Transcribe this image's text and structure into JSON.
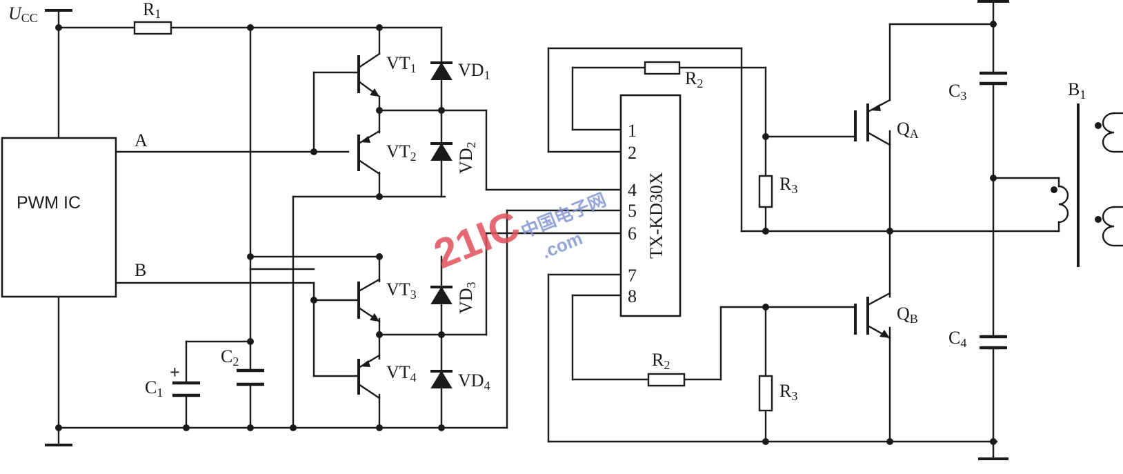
{
  "labels": {
    "ucc": {
      "main": "U",
      "sub": "CC"
    },
    "r1": {
      "main": "R",
      "sub": "1"
    },
    "a": "A",
    "b": "B",
    "pwm": "PWM IC",
    "vt1": {
      "main": "VT",
      "sub": "1"
    },
    "vt2": {
      "main": "VT",
      "sub": "2"
    },
    "vt3": {
      "main": "VT",
      "sub": "3"
    },
    "vt4": {
      "main": "VT",
      "sub": "4"
    },
    "vd1": {
      "main": "VD",
      "sub": "1"
    },
    "vd2": {
      "main": "VD",
      "sub": "2"
    },
    "vd3": {
      "main": "VD",
      "sub": "3"
    },
    "vd4": {
      "main": "VD",
      "sub": "4"
    },
    "c1": {
      "main": "C",
      "sub": "1"
    },
    "c2": {
      "main": "C",
      "sub": "2"
    },
    "c3": {
      "main": "C",
      "sub": "3"
    },
    "c4": {
      "main": "C",
      "sub": "4"
    },
    "c1_plus": "+",
    "r2_top": {
      "main": "R",
      "sub": "2"
    },
    "r2_bot": {
      "main": "R",
      "sub": "2"
    },
    "r3_top": {
      "main": "R",
      "sub": "3"
    },
    "r3_bot": {
      "main": "R",
      "sub": "3"
    },
    "qa": {
      "main": "Q",
      "sub": "A"
    },
    "qb": {
      "main": "Q",
      "sub": "B"
    },
    "b1": {
      "main": "B",
      "sub": "1"
    },
    "ic": "TX-KD30X",
    "pins": [
      "1",
      "2",
      "4",
      "5",
      "6",
      "7",
      "8"
    ]
  },
  "watermark": {
    "main": "21IC",
    "site": "中国电子网",
    "domain": ".com"
  }
}
